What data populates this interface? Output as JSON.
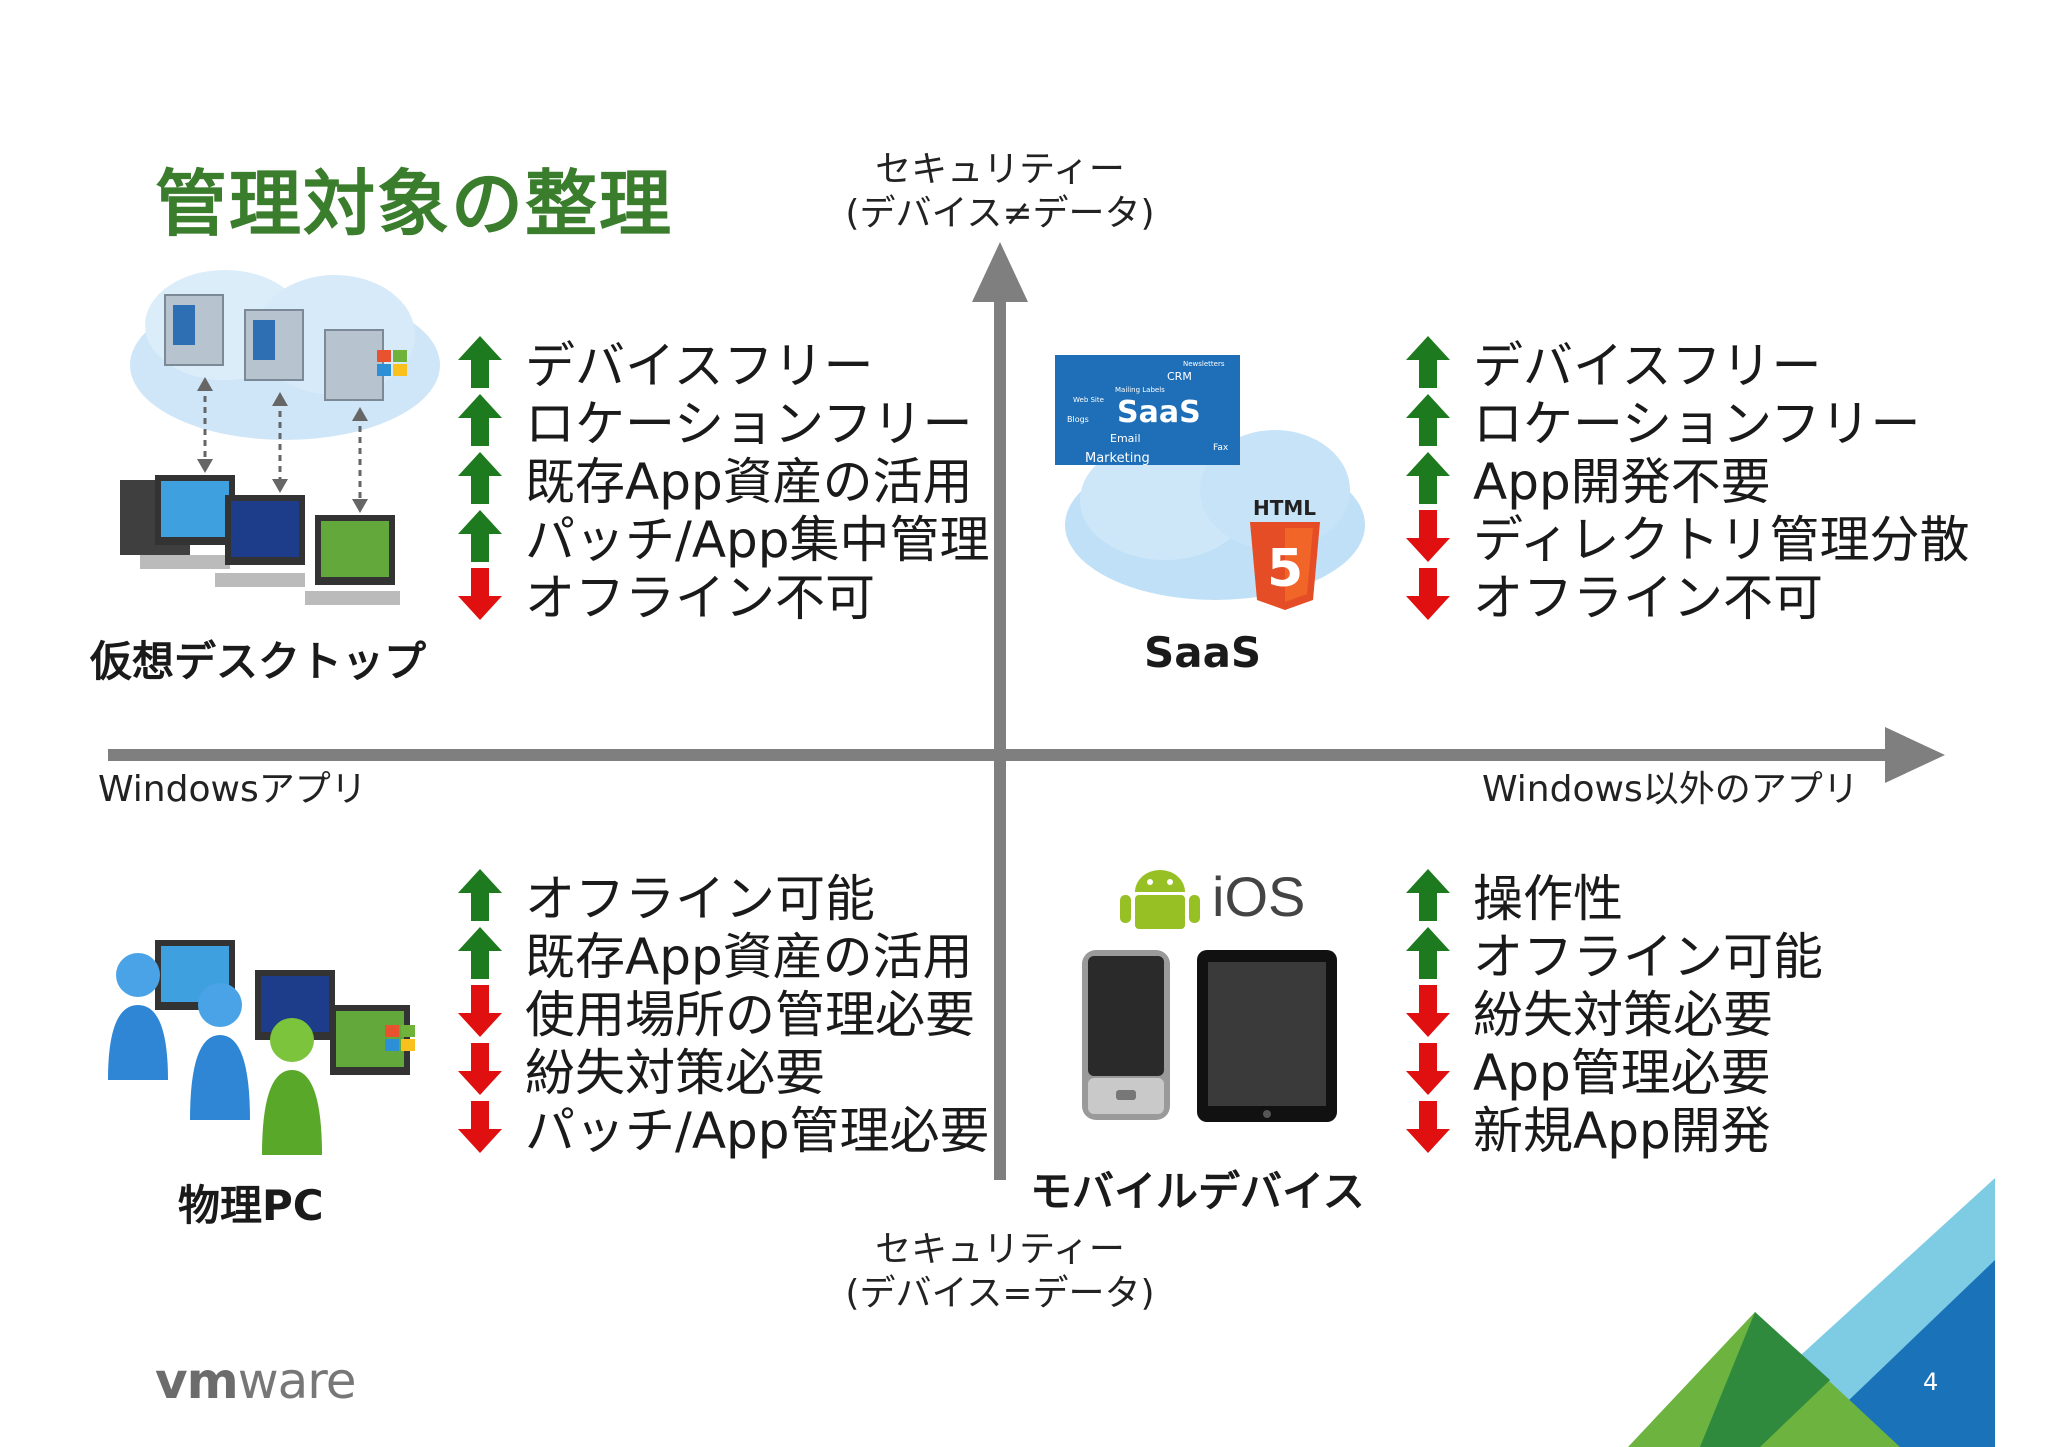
{
  "title": "管理対象の整理",
  "axis": {
    "top_line1": "セキュリティー",
    "top_line2": "(デバイス≠データ)",
    "bottom_line1": "セキュリティー",
    "bottom_line2": "(デバイス=データ)",
    "left": "Windowsアプリ",
    "right": "Windows以外のアプリ"
  },
  "quadrants": {
    "top_left": {
      "name": "仮想デスクトップ",
      "items": [
        {
          "dir": "up",
          "text": "デバイスフリー"
        },
        {
          "dir": "up",
          "text": "ロケーションフリー"
        },
        {
          "dir": "up",
          "text": "既存App資産の活用"
        },
        {
          "dir": "up",
          "text": "パッチ/App集中管理"
        },
        {
          "dir": "down",
          "text": "オフライン不可"
        }
      ]
    },
    "top_right": {
      "name": "SaaS",
      "items": [
        {
          "dir": "up",
          "text": "デバイスフリー"
        },
        {
          "dir": "up",
          "text": "ロケーションフリー"
        },
        {
          "dir": "up",
          "text": "App開発不要"
        },
        {
          "dir": "down",
          "text": "ディレクトリ管理分散"
        },
        {
          "dir": "down",
          "text": "オフライン不可"
        }
      ]
    },
    "bottom_left": {
      "name": "物理PC",
      "items": [
        {
          "dir": "up",
          "text": "オフライン可能"
        },
        {
          "dir": "up",
          "text": "既存App資産の活用"
        },
        {
          "dir": "down",
          "text": "使用場所の管理必要"
        },
        {
          "dir": "down",
          "text": "紛失対策必要"
        },
        {
          "dir": "down",
          "text": "パッチ/App管理必要"
        }
      ]
    },
    "bottom_right": {
      "name": "モバイルデバイス",
      "items": [
        {
          "dir": "up",
          "text": "操作性"
        },
        {
          "dir": "up",
          "text": "オフライン可能"
        },
        {
          "dir": "down",
          "text": "紛失対策必要"
        },
        {
          "dir": "down",
          "text": "App管理必要"
        },
        {
          "dir": "down",
          "text": "新規App開発"
        }
      ]
    }
  },
  "saas_cloud_words": [
    "SaaS",
    "CRM",
    "Email",
    "Marketing",
    "Fax",
    "Blogs",
    "Newsletters",
    "Mailing Labels",
    "Web Site"
  ],
  "html5_badge": "HTML",
  "html5_number": "5",
  "ios_label": "iOS",
  "logo": {
    "vm": "vm",
    "ware": "ware"
  },
  "page_number": "4",
  "colors": {
    "title": "#3a7d2c",
    "arrow_up": "#1e7a1e",
    "arrow_down": "#e01010",
    "axis": "#7f7f7f"
  }
}
